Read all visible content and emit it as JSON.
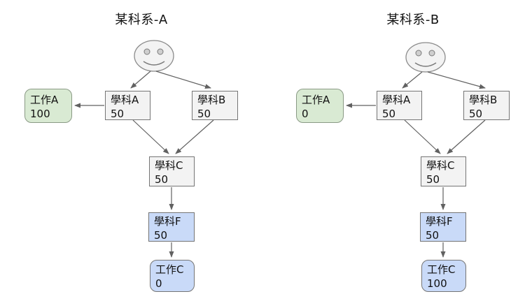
{
  "colors": {
    "background": "#ffffff",
    "gray_fill": "#f3f3f3",
    "green_fill": "#d9ead3",
    "blue_fill": "#c9daf8",
    "box_border": "#757575",
    "arrow": "#616161",
    "text": "#111111"
  },
  "icons": {
    "smiley": "smiley-face-icon"
  },
  "diagrams": [
    {
      "title": "某科系-A",
      "nodes": {
        "job_a": {
          "label": "工作A",
          "value": "100"
        },
        "subject_a": {
          "label": "學科A",
          "value": "50"
        },
        "subject_b": {
          "label": "學科B",
          "value": "50"
        },
        "subject_c": {
          "label": "學科C",
          "value": "50"
        },
        "subject_f": {
          "label": "學科F",
          "value": "50"
        },
        "job_c": {
          "label": "工作C",
          "value": "0"
        }
      },
      "edges": [
        "smiley→學科A",
        "smiley→學科B",
        "學科A→工作A",
        "學科A→學科C",
        "學科B→學科C",
        "學科C→學科F",
        "學科F→工作C"
      ]
    },
    {
      "title": "某科系-B",
      "nodes": {
        "job_a": {
          "label": "工作A",
          "value": "0"
        },
        "subject_a": {
          "label": "學科A",
          "value": "50"
        },
        "subject_b": {
          "label": "學科B",
          "value": "50"
        },
        "subject_c": {
          "label": "學科C",
          "value": "50"
        },
        "subject_f": {
          "label": "學科F",
          "value": "50"
        },
        "job_c": {
          "label": "工作C",
          "value": "100"
        }
      },
      "edges": [
        "smiley→學科A",
        "smiley→學科B",
        "學科A→工作A",
        "學科A→學科C",
        "學科B→學科C",
        "學科C→學科F",
        "學科F→工作C"
      ]
    }
  ]
}
